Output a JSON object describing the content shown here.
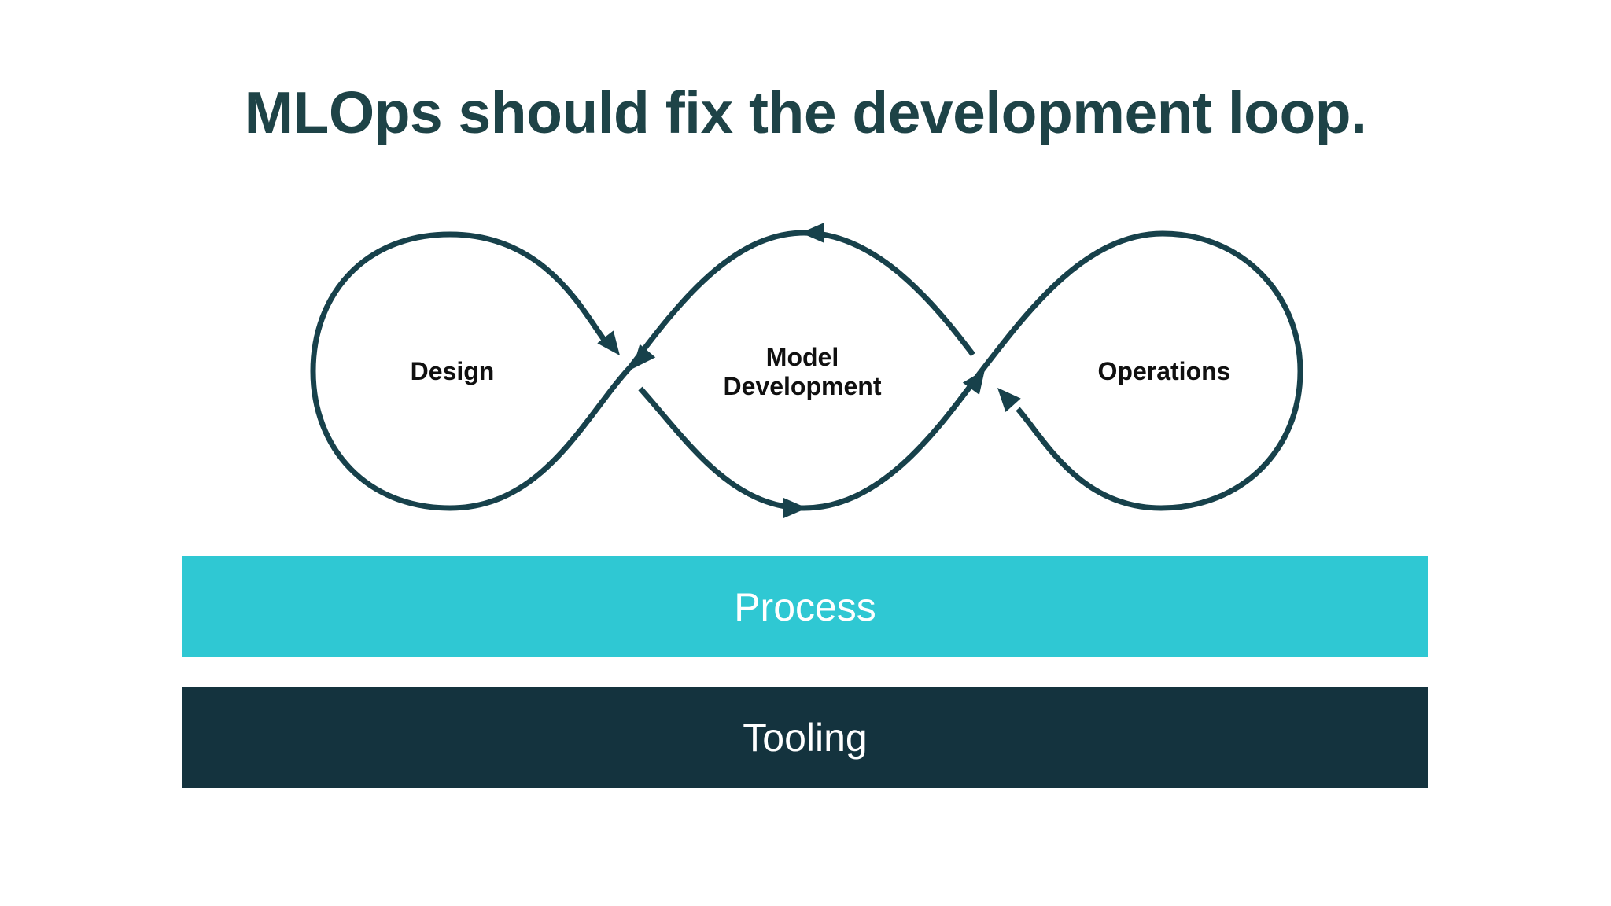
{
  "title": "MLOps should fix the development loop.",
  "diagram": {
    "loops": [
      {
        "label": "Design"
      },
      {
        "label": "Model Development"
      },
      {
        "label": "Operations"
      }
    ]
  },
  "layers": [
    {
      "label": "Process"
    },
    {
      "label": "Tooling"
    }
  ],
  "colors": {
    "background": "#ffffff",
    "title_text": "#1e4347",
    "diagram_stroke": "#17414b",
    "loop_label_text": "#101010",
    "process_bar": "#2fc8d3",
    "tooling_bar": "#14333e",
    "bar_text": "#ffffff"
  }
}
